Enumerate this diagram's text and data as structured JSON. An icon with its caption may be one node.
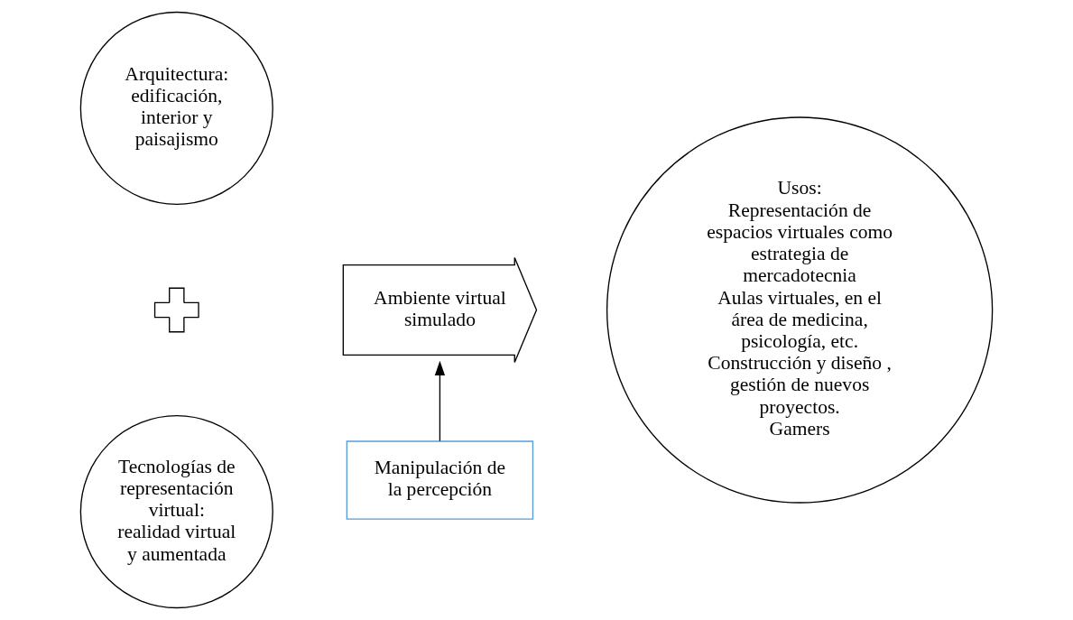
{
  "diagram": {
    "nodes": [
      {
        "text": [
          "Arquitectura: edificación, interior y paisajismo"
        ]
      },
      {
        "text": [],
        "shape": "plus"
      },
      {
        "text": [
          "Tecnologías de representación virtual: realidad virtual y aumentada"
        ]
      },
      {
        "text": [
          "Ambiente virtual simulado"
        ]
      },
      {
        "text": [
          "Manipulación de la percepción"
        ]
      },
      {
        "text": [
          "Usos:",
          "Representación de espacios virtuales como estrategia de mercadotecnia",
          "Aulas virtuales, en el área de medicina, psicología, etc.",
          "Construcción y diseño , gestión de nuevos proyectos.",
          "Gamers"
        ]
      }
    ],
    "edges": [
      {
        "from": 4,
        "to": 3,
        "arrow": "to"
      }
    ]
  }
}
